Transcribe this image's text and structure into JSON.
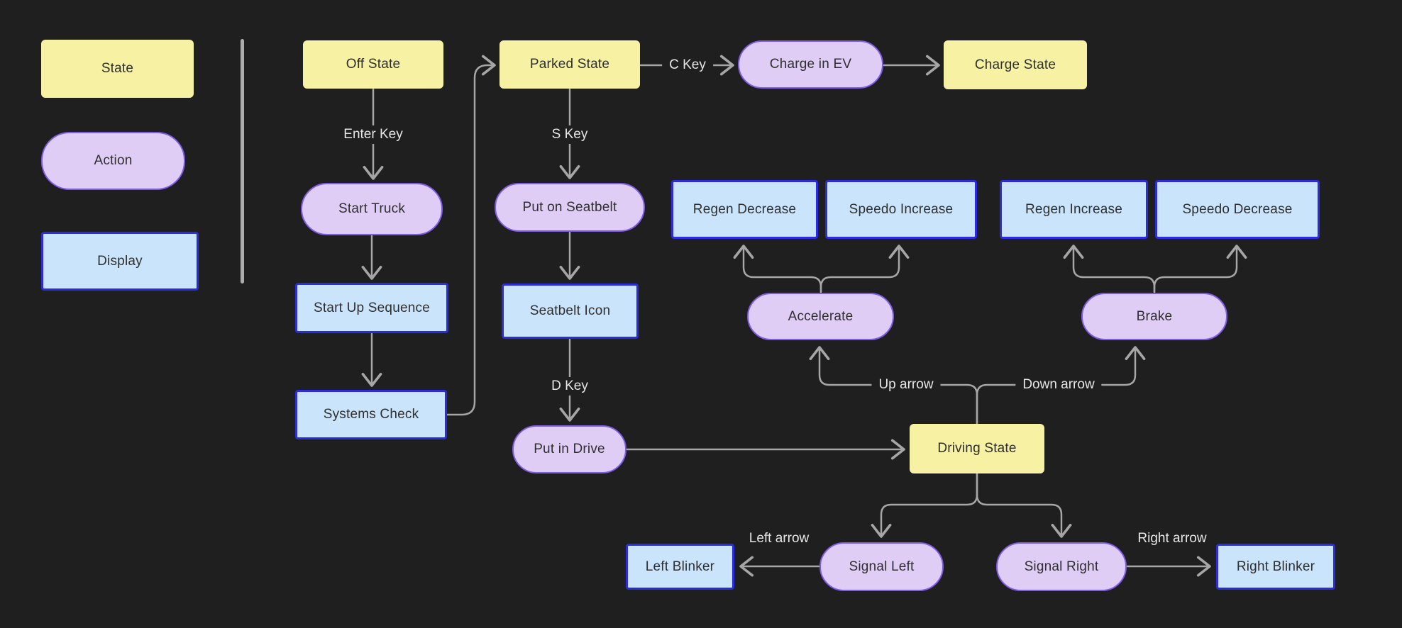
{
  "canvas": {
    "background": "#1f1f1f"
  },
  "colors": {
    "state_fill": "#f7f1a3",
    "action_fill": "#dfcdf6",
    "action_border": "#7e5ce6",
    "display_fill": "#c9e4fb",
    "display_border": "#2b2be0",
    "connector": "#a6a6a6",
    "edge_label_text": "#e6e6e6",
    "node_text": "#2f2f2f",
    "divider": "#acacac"
  },
  "legend": {
    "state": "State",
    "action": "Action",
    "display": "Display"
  },
  "nodes": {
    "off_state": "Off State",
    "start_truck": "Start Truck",
    "start_up_sequence": "Start Up Sequence",
    "systems_check": "Systems Check",
    "parked_state": "Parked State",
    "charge_in_ev": "Charge in EV",
    "charge_state": "Charge State",
    "put_on_seatbelt": "Put on Seatbelt",
    "seatbelt_icon": "Seatbelt Icon",
    "put_in_drive": "Put in Drive",
    "regen_decrease": "Regen Decrease",
    "speedo_increase": "Speedo Increase",
    "regen_increase": "Regen Increase",
    "speedo_decrease": "Speedo Decrease",
    "accelerate": "Accelerate",
    "brake": "Brake",
    "driving_state": "Driving State",
    "left_blinker": "Left Blinker",
    "signal_left": "Signal Left",
    "signal_right": "Signal Right",
    "right_blinker": "Right Blinker"
  },
  "edge_labels": {
    "enter_key": "Enter Key",
    "s_key": "S Key",
    "c_key": "C Key",
    "d_key": "D Key",
    "up_arrow": "Up arrow",
    "down_arrow": "Down arrow",
    "left_arrow": "Left arrow",
    "right_arrow": "Right arrow"
  }
}
